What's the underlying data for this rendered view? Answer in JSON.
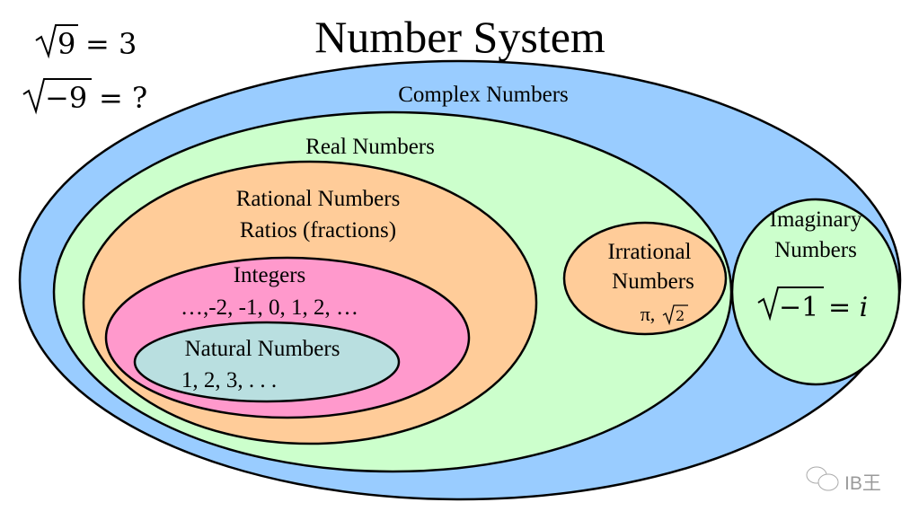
{
  "title": "Number System",
  "equations": {
    "sqrt9": {
      "radicand": "9",
      "rhs": "= 3"
    },
    "sqrt_neg9": {
      "radicand": "−9",
      "rhs": "= ?"
    }
  },
  "sets": {
    "complex": {
      "label": "Complex Numbers",
      "color": "#99ccff"
    },
    "real": {
      "label": "Real Numbers",
      "color": "#ccffcc"
    },
    "rational": {
      "label": "Rational Numbers",
      "sublabel": "Ratios (fractions)",
      "color": "#ffcc99"
    },
    "integers": {
      "label": "Integers",
      "sublabel": "…,-2, -1, 0, 1, 2, …",
      "color": "#ff99cc"
    },
    "natural": {
      "label": "Natural Numbers",
      "sublabel": "1, 2, 3, . . .",
      "color": "#b9dfe0"
    },
    "irrational": {
      "label_line1": "Irrational",
      "label_line2": "Numbers",
      "example_pi": "π,",
      "example_sqrt_radicand": "2",
      "color": "#ffcc99"
    },
    "imaginary": {
      "label_line1": "Imaginary",
      "label_line2": "Numbers",
      "radicand": "−1",
      "rhs": "= i",
      "color": "#ccffcc"
    }
  },
  "watermark": {
    "text": "IB王"
  }
}
